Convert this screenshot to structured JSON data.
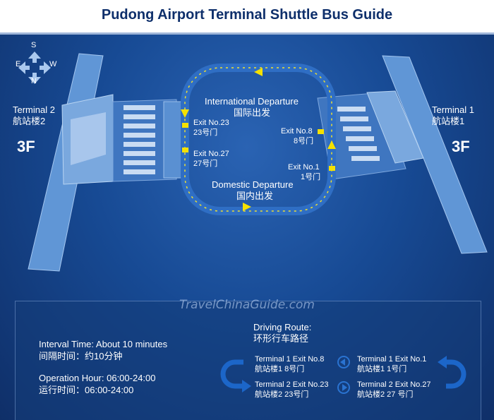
{
  "title": "Pudong Airport Terminal Shuttle Bus Guide",
  "compass": {
    "north": "N",
    "south": "S",
    "east": "E",
    "west": "W"
  },
  "terminal2": {
    "label_en": "Terminal 2",
    "label_cn": "航站楼2",
    "floor": "3F"
  },
  "terminal1": {
    "label_en": "Terminal 1",
    "label_cn": "航站楼1",
    "floor": "3F"
  },
  "intl_departure": {
    "en": "International Departure",
    "cn": "国际出发"
  },
  "dom_departure": {
    "en": "Domestic Departure",
    "cn": "国内出发"
  },
  "exits": {
    "no23": {
      "en": "Exit No.23",
      "cn": "23号门"
    },
    "no27": {
      "en": "Exit No.27",
      "cn": "27号门"
    },
    "no8": {
      "en": "Exit No.8",
      "cn": "8号门"
    },
    "no1": {
      "en": "Exit No.1",
      "cn": "1号门"
    }
  },
  "watermark": "TravelChinaGuide.com",
  "info": {
    "interval_en": "Interval Time: About 10 minutes",
    "interval_cn": "间隔时间：约10分钟",
    "hours_en": "Operation Hour: 06:00-24:00",
    "hours_cn": "运行时间：06:00-24:00"
  },
  "route": {
    "title_en": "Driving Route:",
    "title_cn": "环形行车路径",
    "stops": [
      {
        "en": "Terminal 1 Exit No.8",
        "cn": "航站楼1     8号门"
      },
      {
        "en": "Terminal 1 Exit No.1",
        "cn": "航站楼1     1号门"
      },
      {
        "en": "Terminal 2 Exit No.23",
        "cn": "航站楼2     23号门"
      },
      {
        "en": "Terminal 2 Exit No.27",
        "cn": "航站楼2     27 号门"
      }
    ]
  },
  "colors": {
    "background": "#174a94",
    "banner": "#ffffff",
    "title": "#0e2f6b",
    "loop": "#2f6ec4",
    "loop_dash": "#f0e030",
    "exit_marker": "#f5e100",
    "terminal": "#5f92d3",
    "route_arrow": "#1c66c9"
  }
}
